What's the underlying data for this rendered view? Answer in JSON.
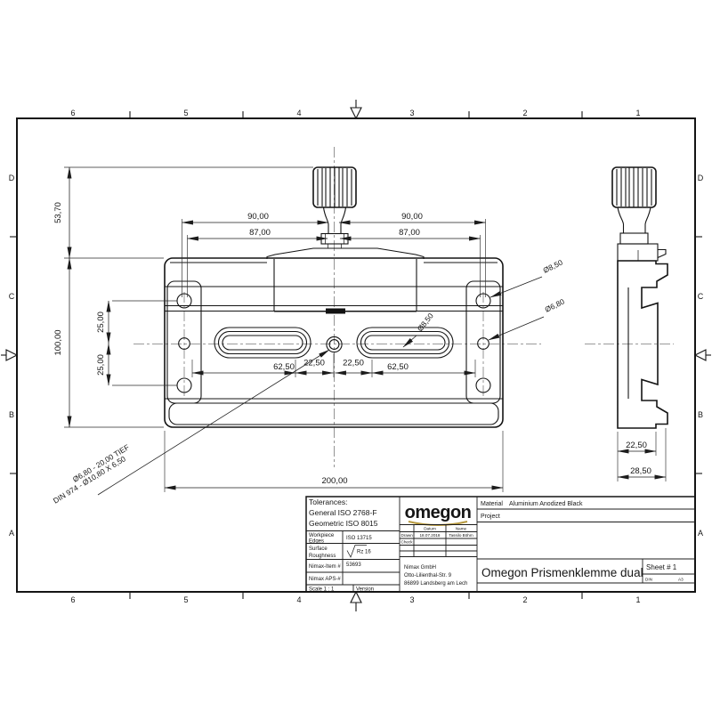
{
  "border": {
    "cols": [
      "6",
      "5",
      "4",
      "3",
      "2",
      "1"
    ],
    "rows": [
      "D",
      "C",
      "B",
      "A"
    ]
  },
  "front_view": {
    "dim_90_left": "90,00",
    "dim_90_right": "90,00",
    "dim_87_left": "87,00",
    "dim_87_right": "87,00",
    "dim_53_70": "53,70",
    "dim_100": "100,00",
    "dim_25_top": "25,00",
    "dim_25_bottom": "25,00",
    "dim_62_left": "62,50",
    "dim_22_left": "22,50",
    "dim_22_right": "22,50",
    "dim_62_right": "62,50",
    "dim_200": "200,00",
    "callout_slot_dia": "Ø8,50",
    "callout_hole_dia": "Ø8,50",
    "callout_hole2_dia": "Ø6,80",
    "note_line1": "Ø6,80 - 20,00 TIEF",
    "note_line2": "DIN 974 - Ø10,80 X 6,50"
  },
  "side_view": {
    "dim_22_50": "22,50",
    "dim_28_50": "28,50"
  },
  "title_block": {
    "tolerances_title": "Tolerances:",
    "tolerances_line1": "General ISO 2768-F",
    "tolerances_line2": "Geometric ISO 8015",
    "workpiece_label_1": "Workpiece",
    "workpiece_label_2": "Edges",
    "workpiece_value": "ISO 13715",
    "surface_label_1": "Surface",
    "surface_label_2": "Roughness",
    "surface_value": "Rz 16",
    "item_label": "Nimax-Item #",
    "item_value": "53693",
    "aps_label": "Nimax APS-#",
    "scale_label": "Scale 1 : 1",
    "version_label": "Version",
    "logo_text": "omegon",
    "col_datum": "Datum",
    "col_name": "Name",
    "row_drawn": "Drawn",
    "row_check": "Check",
    "drawn_date": "18.07.2018",
    "drawn_name": "Tassilo Böhm",
    "company_line1": "Nimax GmbH",
    "company_line2": "Otto-Lilienthal-Str. 9",
    "company_line3": "86899 Landsberg am Lech",
    "material_label": "Material",
    "material_value": "Aluminium Anodized Black",
    "project_label": "Project",
    "drawing_title": "Omegon Prismenklemme dual",
    "sheet_label": "Sheet # 1",
    "din_label": "DIN",
    "size_label": "A3"
  },
  "colors": {
    "line": "#1c1c1c",
    "centerline": "#7a7a7a",
    "logo_gold": "#b7993f"
  }
}
